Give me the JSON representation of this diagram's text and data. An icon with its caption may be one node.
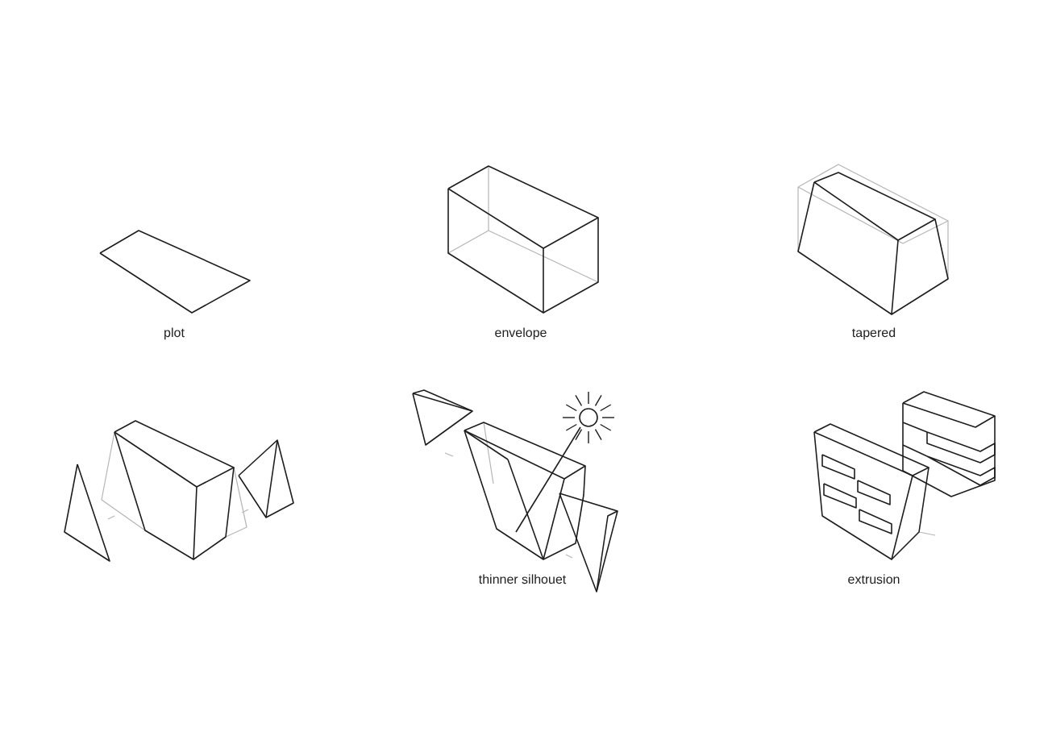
{
  "diagram": {
    "nodes": [
      {
        "text": [],
        "shape": "picture",
        "beside": [
          "plot"
        ]
      },
      {
        "text": [],
        "shape": "picture",
        "beside": [
          "envelope"
        ]
      },
      {
        "text": [],
        "shape": "picture",
        "beside": [
          "tapered"
        ]
      },
      {
        "text": [],
        "shape": "picture"
      },
      {
        "text": [
          "thinner silhouet"
        ]
      },
      {
        "text": [],
        "shape": "picture",
        "beside": [
          "extrusion"
        ]
      }
    ]
  }
}
